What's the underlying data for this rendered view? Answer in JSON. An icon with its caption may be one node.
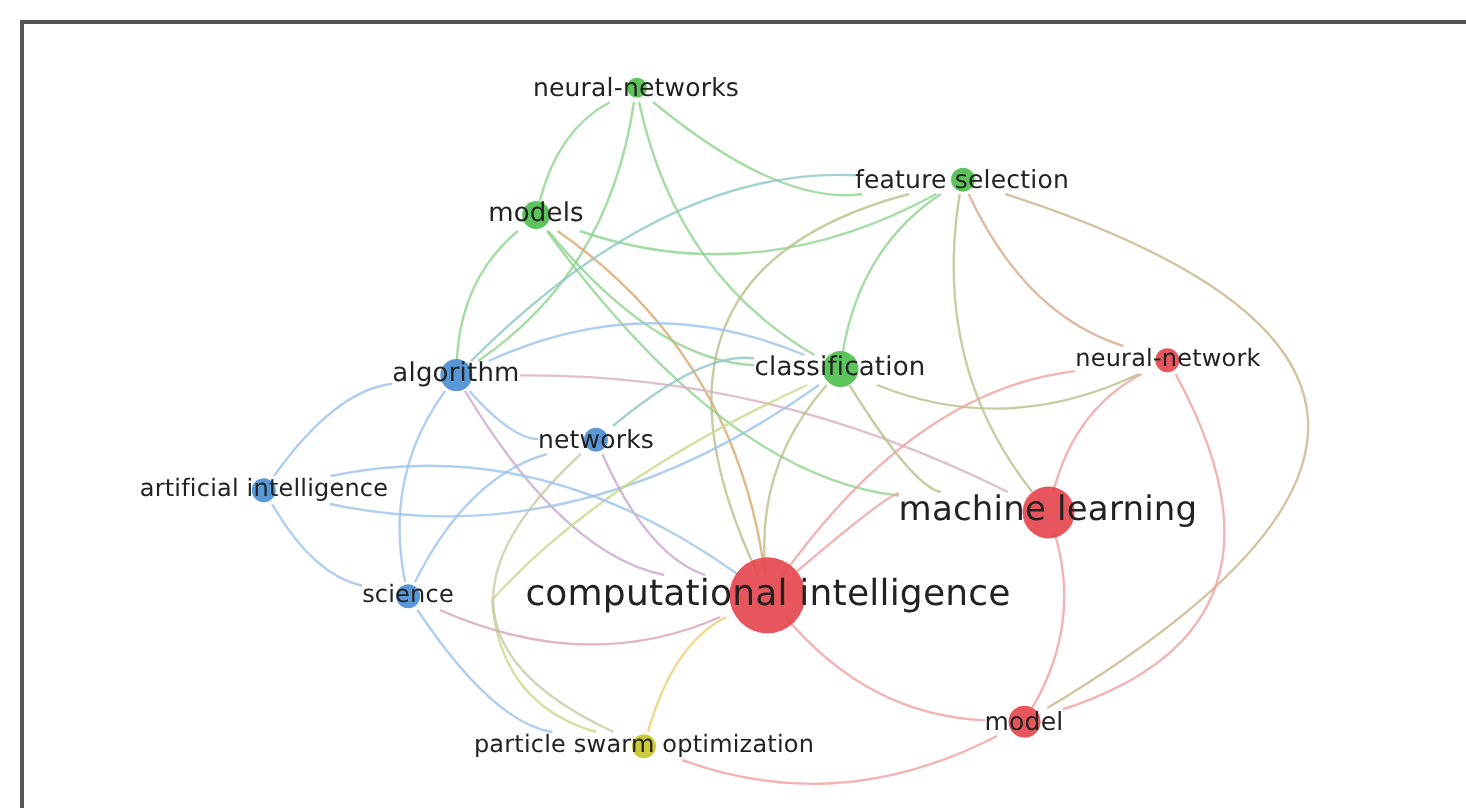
{
  "diagram": {
    "nodes": [
      {
        "text": [
          "neural-networks"
        ]
      },
      {
        "text": [
          "models"
        ]
      },
      {
        "text": [
          "feature selection"
        ]
      },
      {
        "text": [
          "algorithm"
        ]
      },
      {
        "text": [
          "classification"
        ]
      },
      {
        "text": [
          "neural-network"
        ]
      },
      {
        "text": [
          "networks"
        ]
      },
      {
        "text": [
          "artificial intelligence"
        ]
      },
      {
        "text": [
          "machine learning"
        ]
      },
      {
        "text": [
          "science"
        ]
      },
      {
        "text": [
          "computational intelligence"
        ]
      },
      {
        "text": [
          "particle swarm optimization"
        ]
      },
      {
        "text": [
          "model"
        ]
      }
    ],
    "edges": [
      {
        "from": 0,
        "to": 1,
        "arrow": "none",
        "color": "#8fd38f"
      },
      {
        "from": 0,
        "to": 2,
        "arrow": "none",
        "color": "#8fd38f"
      },
      {
        "from": 0,
        "to": 4,
        "arrow": "none",
        "color": "#8fd38f"
      },
      {
        "from": 0,
        "to": 3,
        "arrow": "none",
        "color": "#8fd38f"
      },
      {
        "from": 1,
        "to": 3,
        "arrow": "none",
        "color": "#8fd38f"
      },
      {
        "from": 1,
        "to": 10,
        "arrow": "none",
        "color": "#d9a86a"
      },
      {
        "from": 1,
        "to": 4,
        "arrow": "none",
        "color": "#8fd38f"
      },
      {
        "from": 1,
        "to": 2,
        "arrow": "none",
        "color": "#8fd38f"
      },
      {
        "from": 1,
        "to": 8,
        "arrow": "none",
        "color": "#8fd38f"
      },
      {
        "from": 2,
        "to": 4,
        "arrow": "none",
        "color": "#8fd38f"
      },
      {
        "from": 2,
        "to": 8,
        "arrow": "none",
        "color": "#b8c08a"
      },
      {
        "from": 2,
        "to": 10,
        "arrow": "none",
        "color": "#b8c08a"
      },
      {
        "from": 2,
        "to": 12,
        "arrow": "none",
        "color": "#c9b48a"
      },
      {
        "from": 2,
        "to": 5,
        "arrow": "none",
        "color": "#d9a88a"
      },
      {
        "from": 2,
        "to": 3,
        "arrow": "none",
        "color": "#8fc6c6"
      },
      {
        "from": 3,
        "to": 7,
        "arrow": "none",
        "color": "#9cc3ea"
      },
      {
        "from": 3,
        "to": 9,
        "arrow": "none",
        "color": "#9cc3ea"
      },
      {
        "from": 3,
        "to": 6,
        "arrow": "none",
        "color": "#9cc3ea"
      },
      {
        "from": 3,
        "to": 10,
        "arrow": "none",
        "color": "#c9a8c9"
      },
      {
        "from": 3,
        "to": 4,
        "arrow": "none",
        "color": "#9cc3ea"
      },
      {
        "from": 3,
        "to": 8,
        "arrow": "none",
        "color": "#d9b0c0"
      },
      {
        "from": 4,
        "to": 10,
        "arrow": "none",
        "color": "#b8c08a"
      },
      {
        "from": 4,
        "to": 8,
        "arrow": "none",
        "color": "#b8c08a"
      },
      {
        "from": 4,
        "to": 5,
        "arrow": "none",
        "color": "#b8c08a"
      },
      {
        "from": 4,
        "to": 7,
        "arrow": "none",
        "color": "#9cc3ea"
      },
      {
        "from": 4,
        "to": 6,
        "arrow": "none",
        "color": "#8fc6c6"
      },
      {
        "from": 4,
        "to": 11,
        "arrow": "none",
        "color": "#c8d88a"
      },
      {
        "from": 5,
        "to": 8,
        "arrow": "none",
        "color": "#f0a0a0"
      },
      {
        "from": 5,
        "to": 10,
        "arrow": "none",
        "color": "#f0a0a0"
      },
      {
        "from": 5,
        "to": 12,
        "arrow": "none",
        "color": "#f0a0a0"
      },
      {
        "from": 6,
        "to": 9,
        "arrow": "none",
        "color": "#9cc3ea"
      },
      {
        "from": 6,
        "to": 10,
        "arrow": "none",
        "color": "#c9a8c9"
      },
      {
        "from": 6,
        "to": 11,
        "arrow": "none",
        "color": "#c9c9a8"
      },
      {
        "from": 7,
        "to": 9,
        "arrow": "none",
        "color": "#9cc3ea"
      },
      {
        "from": 7,
        "to": 10,
        "arrow": "none",
        "color": "#9cc3ea"
      },
      {
        "from": 8,
        "to": 10,
        "arrow": "none",
        "color": "#f0a0a0"
      },
      {
        "from": 8,
        "to": 12,
        "arrow": "none",
        "color": "#f0a0a0"
      },
      {
        "from": 9,
        "to": 10,
        "arrow": "none",
        "color": "#d9a0b8"
      },
      {
        "from": 9,
        "to": 11,
        "arrow": "none",
        "color": "#9cc3ea"
      },
      {
        "from": 10,
        "to": 11,
        "arrow": "none",
        "color": "#e8d070"
      },
      {
        "from": 10,
        "to": 12,
        "arrow": "none",
        "color": "#f0a0a0"
      },
      {
        "from": 11,
        "to": 12,
        "arrow": "none",
        "color": "#f0a0a0"
      }
    ]
  }
}
